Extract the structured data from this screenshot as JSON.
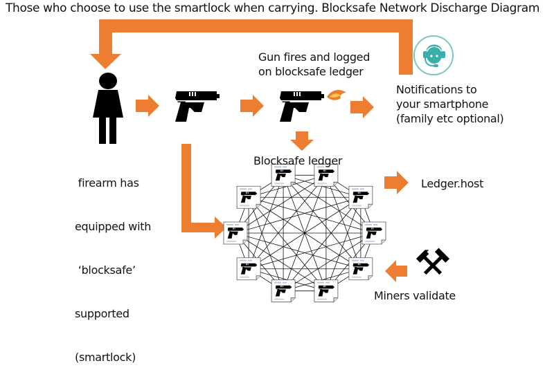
{
  "title": "Those who choose to use the smartlock when carrying. Blocksafe Network Discharge Diagram",
  "colors": {
    "arrow": "#ED7D31",
    "icon": "#000000",
    "headset_accent": "#3AAFA9",
    "text": "#111111"
  },
  "nodes": {
    "person": {
      "icon": "person-icon",
      "label_lines": [
        " firearm has",
        "equipped with",
        " ‘blocksafe’",
        "supported",
        "(smartlock)"
      ]
    },
    "gun": {
      "icon": "pistol-icon"
    },
    "gun_firing": {
      "icon": "pistol-firing-icon",
      "label_lines": [
        "Gun fires and logged",
        "on blocksafe ledger"
      ]
    },
    "notifications": {
      "icon": "headset-support-icon",
      "label_lines": [
        "Notifications to",
        "your smartphone",
        "(family etc optional)"
      ]
    },
    "ledger": {
      "label": "Blocksafe ledger",
      "node_count": 10,
      "node_icon": "pistol-document-icon"
    },
    "ledger_host": {
      "label": "Ledger.host"
    },
    "miners": {
      "icon": "crossed-hammers-icon",
      "label": "Miners validate"
    }
  }
}
